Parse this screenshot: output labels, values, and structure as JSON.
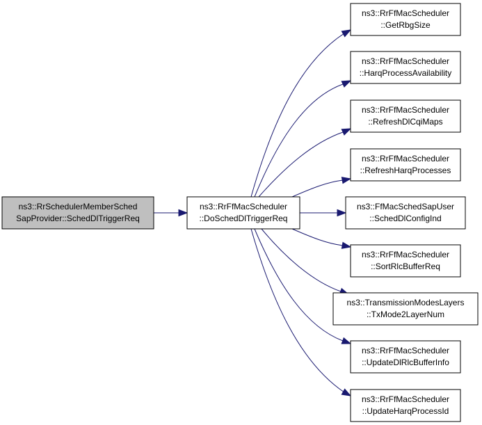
{
  "graph": {
    "nodes": [
      {
        "id": "root",
        "line1": "ns3::RrSchedulerMemberSched",
        "line2": "SapProvider::SchedDlTriggerReq",
        "highlighted": true
      },
      {
        "id": "hub",
        "line1": "ns3::RrFfMacScheduler",
        "line2": "::DoSchedDlTriggerReq",
        "highlighted": false
      },
      {
        "id": "c1",
        "line1": "ns3::RrFfMacScheduler",
        "line2": "::GetRbgSize",
        "highlighted": false
      },
      {
        "id": "c2",
        "line1": "ns3::RrFfMacScheduler",
        "line2": "::HarqProcessAvailability",
        "highlighted": false
      },
      {
        "id": "c3",
        "line1": "ns3::RrFfMacScheduler",
        "line2": "::RefreshDlCqiMaps",
        "highlighted": false
      },
      {
        "id": "c4",
        "line1": "ns3::RrFfMacScheduler",
        "line2": "::RefreshHarqProcesses",
        "highlighted": false
      },
      {
        "id": "c5",
        "line1": "ns3::FfMacSchedSapUser",
        "line2": "::SchedDlConfigInd",
        "highlighted": false
      },
      {
        "id": "c6",
        "line1": "ns3::RrFfMacScheduler",
        "line2": "::SortRlcBufferReq",
        "highlighted": false
      },
      {
        "id": "c7",
        "line1": "ns3::TransmissionModesLayers",
        "line2": "::TxMode2LayerNum",
        "highlighted": false
      },
      {
        "id": "c8",
        "line1": "ns3::RrFfMacScheduler",
        "line2": "::UpdateDlRlcBufferInfo",
        "highlighted": false
      },
      {
        "id": "c9",
        "line1": "ns3::RrFfMacScheduler",
        "line2": "::UpdateHarqProcessId",
        "highlighted": false
      }
    ],
    "edges": [
      {
        "from": "root",
        "to": "hub"
      },
      {
        "from": "hub",
        "to": "c1"
      },
      {
        "from": "hub",
        "to": "c2"
      },
      {
        "from": "hub",
        "to": "c3"
      },
      {
        "from": "hub",
        "to": "c4"
      },
      {
        "from": "hub",
        "to": "c5"
      },
      {
        "from": "hub",
        "to": "c6"
      },
      {
        "from": "hub",
        "to": "c7"
      },
      {
        "from": "hub",
        "to": "c8"
      },
      {
        "from": "hub",
        "to": "c9"
      }
    ],
    "colors": {
      "edge": "#191970",
      "root_fill": "#bfbfbf",
      "node_fill": "#ffffff",
      "border": "#000000"
    }
  }
}
